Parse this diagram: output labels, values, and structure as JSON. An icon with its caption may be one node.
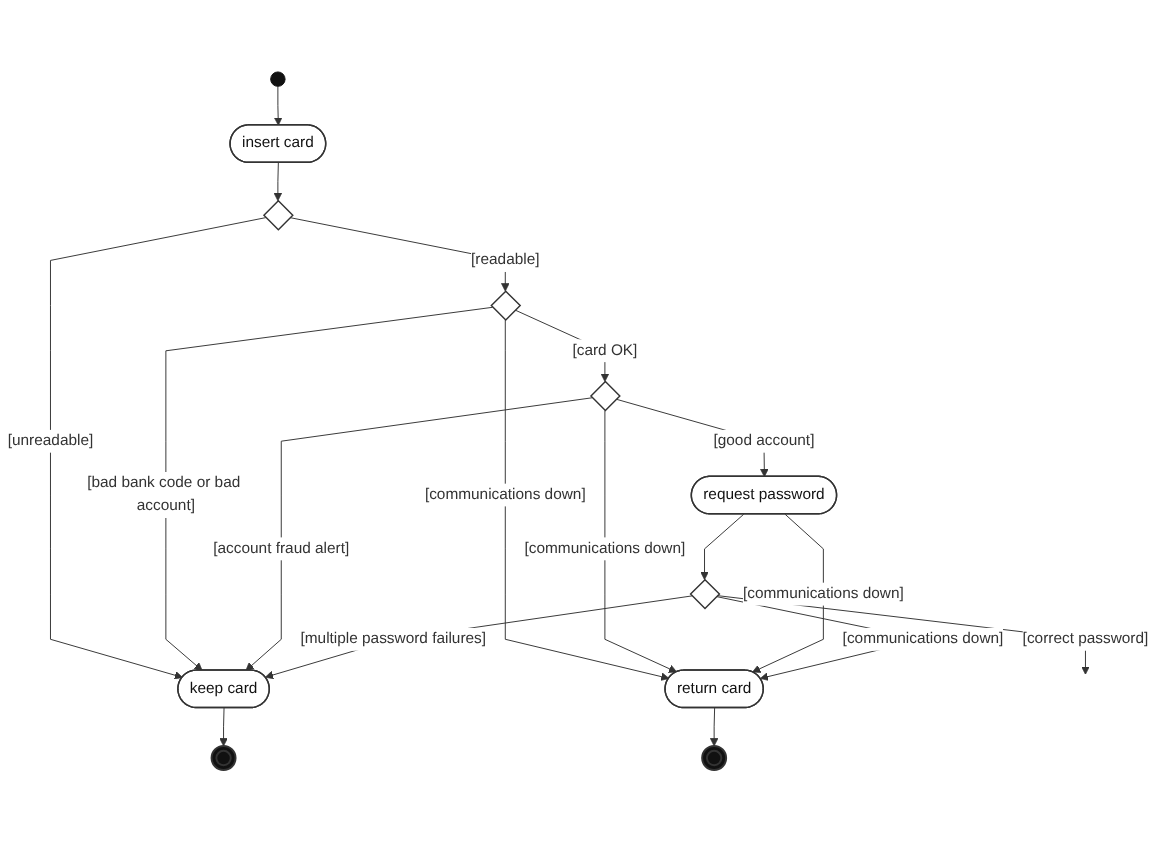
{
  "diagram": {
    "nodes": [
      {
        "text": [],
        "shape": "bullseye"
      },
      {
        "text": [],
        "shape": "dot"
      },
      {
        "text": [
          "return card"
        ]
      },
      {
        "text": [
          "insert card"
        ]
      },
      {
        "text": [],
        "shape": "diamond"
      },
      {
        "text": [],
        "shape": "diamond"
      },
      {
        "text": [],
        "shape": "diamond"
      },
      {
        "text": [
          "request password"
        ]
      },
      {
        "text": [],
        "shape": "diamond"
      },
      {
        "text": [],
        "shape": "bullseye"
      },
      {
        "text": [
          "keep card"
        ]
      }
    ],
    "edges": [
      {
        "from": 1,
        "to": 3,
        "arrow": "to"
      },
      {
        "from": 3,
        "to": 4,
        "arrow": "to"
      },
      {
        "from": 4,
        "to": 10,
        "arrow": "to",
        "label": "[unreadable]"
      },
      {
        "from": 4,
        "to": 5,
        "arrow": "to",
        "label": "[readable]"
      },
      {
        "from": 5,
        "to": 2,
        "arrow": "to",
        "label": "[communications down]"
      },
      {
        "from": 5,
        "to": 10,
        "arrow": "to",
        "label": "[bad bank code or bad account]"
      },
      {
        "from": 5,
        "to": 6,
        "arrow": "to",
        "label": "[card OK]"
      },
      {
        "from": 6,
        "to": 2,
        "arrow": "to",
        "label": "[communications down]"
      },
      {
        "from": 6,
        "to": 10,
        "arrow": "to",
        "label": "[account fraud alert]"
      },
      {
        "from": 6,
        "to": 7,
        "arrow": "to",
        "label": "[good account]"
      },
      {
        "from": 7,
        "to": 2,
        "arrow": "to",
        "label": "[communications down]"
      },
      {
        "from": 7,
        "to": 8,
        "arrow": "to"
      },
      {
        "from": 8,
        "to": 2,
        "arrow": "to",
        "label": "[communications down]"
      },
      {
        "from": 8,
        "to": 10,
        "arrow": "to",
        "label": "[multiple password failures]"
      },
      {
        "from": 8,
        "to": null,
        "arrow": "to",
        "label": "[correct password]"
      },
      {
        "from": 2,
        "to": 9,
        "arrow": "to"
      },
      {
        "from": 10,
        "to": 0,
        "arrow": "to"
      }
    ]
  }
}
